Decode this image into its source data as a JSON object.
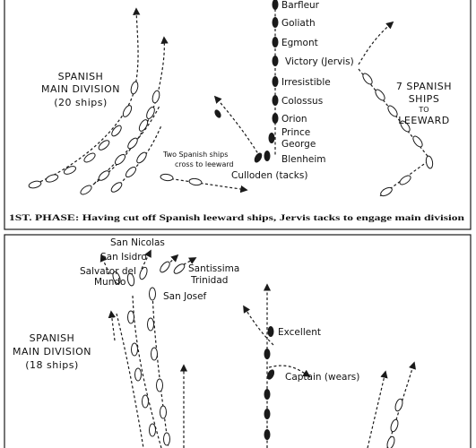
{
  "phase1": {
    "caption": "1ST. PHASE: Having cut off Spanish leeward ships, Jervis tacks to engage main division",
    "spanish_main": [
      "SPANISH",
      "MAIN DIVISION",
      "(20 ships)"
    ],
    "leeward": [
      "7 SPANISH",
      "SHIPS",
      "TO",
      "LEEWARD"
    ],
    "two_ships": [
      "Two Spanish ships",
      "cross to leeward"
    ],
    "british_ships": [
      "Barfleur",
      "Goliath",
      "Egmont",
      "Victory (Jervis)",
      "Irresistible",
      "Colossus",
      "Orion",
      "Prince",
      "George",
      "Blenheim",
      "Culloden (tacks)"
    ]
  },
  "phase2": {
    "spanish_main": [
      "SPANISH",
      "MAIN DIVISION",
      "(18 ships)"
    ],
    "spanish_names": [
      "San Nicolas",
      "San Isidro",
      "Salvator del",
      "Mundo",
      "Santissima",
      "Trinidad",
      "San Josef"
    ],
    "british_names": [
      "Excellent",
      "Captain (wears)"
    ]
  }
}
